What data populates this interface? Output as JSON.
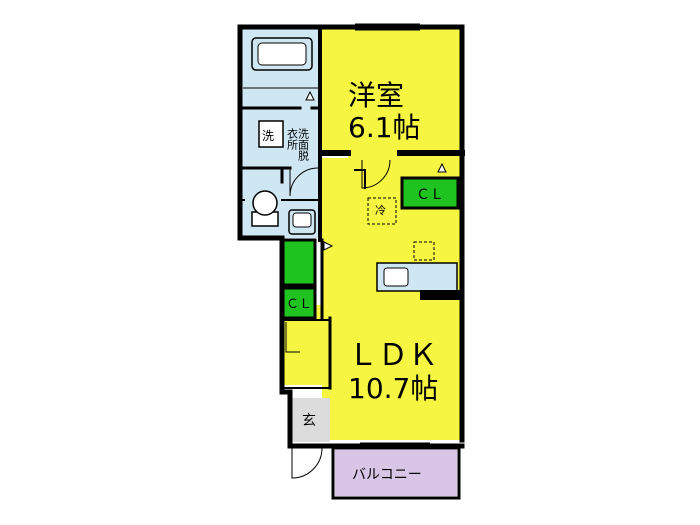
{
  "rooms": {
    "western": {
      "name": "洋室",
      "size": "6.1帖"
    },
    "ldk": {
      "name": "ＬＤＫ",
      "size": "10.7帖"
    }
  },
  "labels": {
    "closet": "ＣＬ",
    "laundry": "洗",
    "washroom_col1": "洗面脱",
    "washroom_col2": "衣所",
    "fridge": "冷",
    "entrance": "玄",
    "balcony": "バルコニー"
  },
  "colors": {
    "room_floor": "#f5f542",
    "closet": "#1fc31f",
    "wet_area": "#cfe6f3",
    "entrance_floor": "#dcdcdc",
    "balcony_floor": "#d9c6e6",
    "wall": "#000000"
  }
}
